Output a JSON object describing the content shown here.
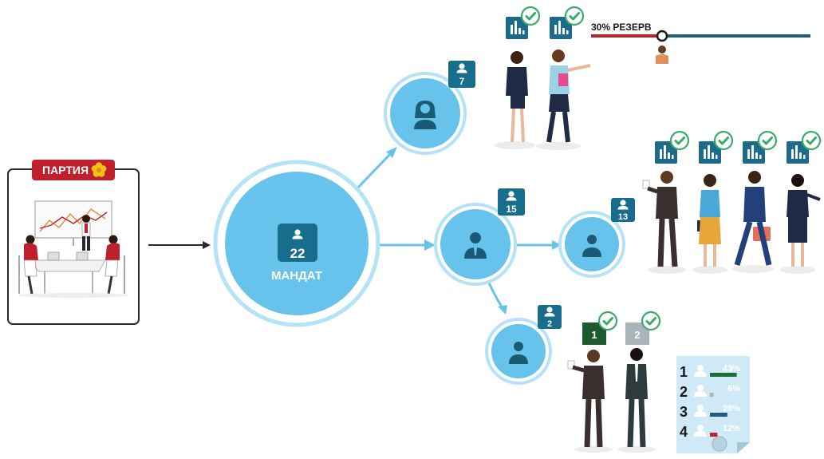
{
  "party": {
    "label": "ПАРТИЯ"
  },
  "main_node": {
    "count": "22",
    "label": "МАНДАТ"
  },
  "women_node": {
    "count": "7"
  },
  "men_node": {
    "count": "15"
  },
  "group_node": {
    "count": "13"
  },
  "small_node": {
    "count": "2"
  },
  "reserve": {
    "label": "30% РЕЗЕРВ"
  },
  "candidates": {
    "first": "1",
    "second": "2"
  },
  "ballot": {
    "rows": [
      {
        "num": "1",
        "pct": "43%"
      },
      {
        "num": "2",
        "pct": "6%"
      },
      {
        "num": "3",
        "pct": "28%"
      },
      {
        "num": "4",
        "pct": "12%"
      }
    ]
  },
  "colors": {
    "node_fill": "#67c3ec",
    "node_ring": "#b4e2f6",
    "badge": "#186c8c",
    "party_red": "#c0202c",
    "check_green": "#3caa6a",
    "reserve_red": "#c0202c",
    "reserve_blue": "#1f5d80"
  },
  "icons": [
    "flower-icon",
    "person-icon",
    "check-icon",
    "chart-icon",
    "arrow-icon"
  ]
}
